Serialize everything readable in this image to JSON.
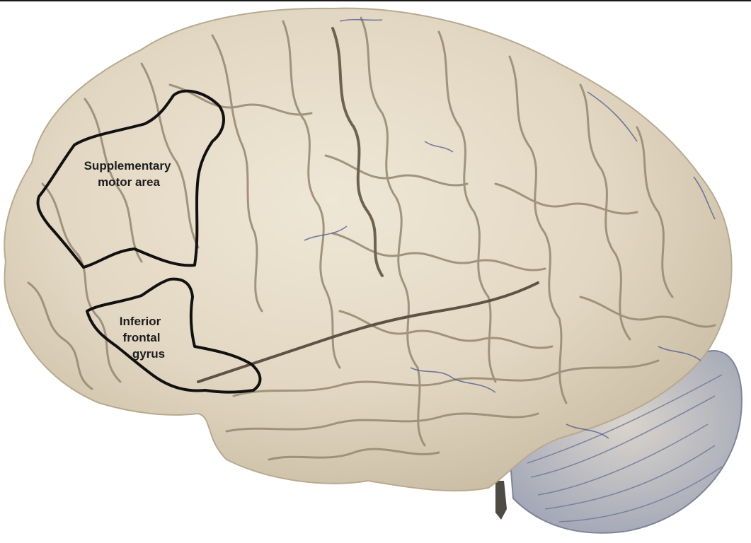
{
  "figure": {
    "subject": "lateral-view-human-brain-specimen",
    "colors": {
      "tissue": "#e6dcc8",
      "tissue_shadow": "#bfb29a",
      "sulcus": "#8c7f6a",
      "vessel": "#4a5a8c",
      "outline": "#111111",
      "background": "#ffffff"
    }
  },
  "annotations": {
    "supplementary_motor_area": {
      "line1": "Supplementary",
      "line2": "motor area"
    },
    "inferior_frontal_gyrus": {
      "line1": "Inferior",
      "line2": "frontal",
      "line3": "gyrus"
    }
  }
}
